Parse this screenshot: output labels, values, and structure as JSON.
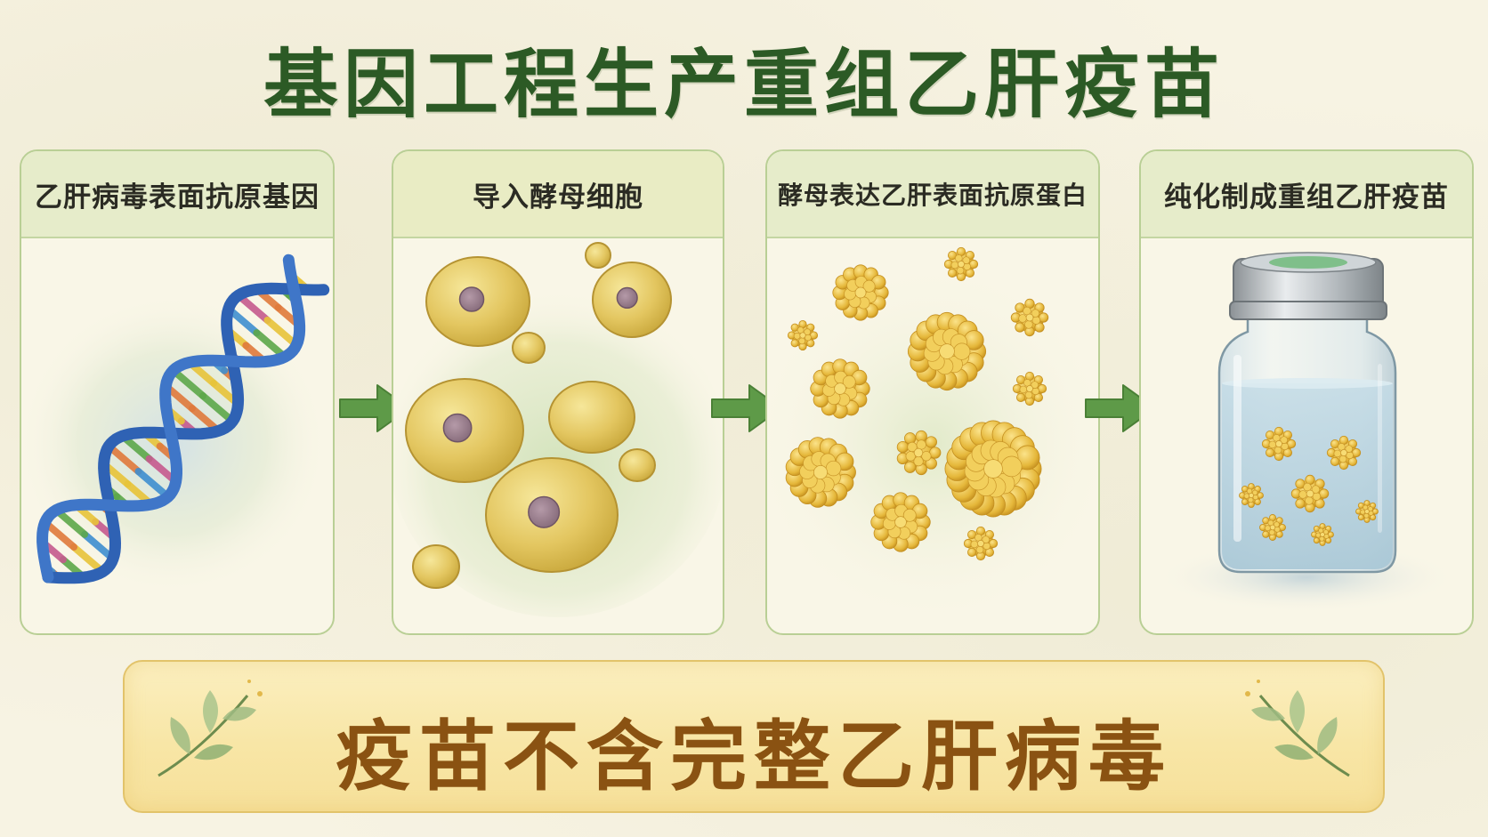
{
  "title": "基因工程生产重组乙肝疫苗",
  "steps": [
    {
      "label": "乙肝病毒表面抗原基因",
      "illustration": "dna-double-helix"
    },
    {
      "label": "导入酵母细胞",
      "illustration": "yeast-cells"
    },
    {
      "label": "酵母表达乙肝表面抗原蛋白",
      "illustration": "antigen-protein-particles"
    },
    {
      "label": "纯化制成重组乙肝疫苗",
      "illustration": "vaccine-vial"
    }
  ],
  "conclusion": "疫苗不含完整乙肝病毒",
  "colors": {
    "title": "#2c5a25",
    "arrow": "#5e9a48",
    "banner_text": "#8a5212",
    "dna_backbone": "#2f62b4",
    "yeast": "#e3c660",
    "protein": "#e5b73a"
  }
}
